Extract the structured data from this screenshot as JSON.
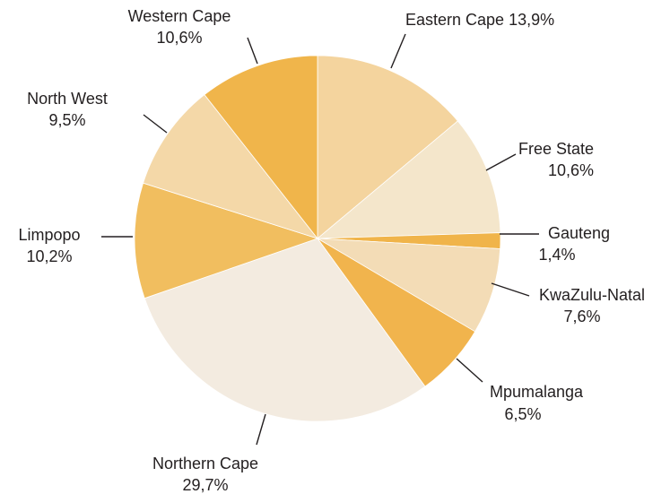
{
  "chart_data": {
    "type": "pie",
    "title": "",
    "labels": [
      "Eastern Cape",
      "Free State",
      "Gauteng",
      "KwaZulu-Natal",
      "Mpumalanga",
      "Northern Cape",
      "Limpopo",
      "North West",
      "Western Cape"
    ],
    "values": [
      13.9,
      10.6,
      1.4,
      7.6,
      6.5,
      29.7,
      10.2,
      9.5,
      10.6
    ],
    "value_labels": [
      "13,9%",
      "10,6%",
      "1,4%",
      "7,6%",
      "6,5%",
      "29,7%",
      "10,2%",
      "9,5%",
      "10,6%"
    ],
    "colors": [
      "#f4d49e",
      "#f4e6cb",
      "#f0b44a",
      "#f3dcb6",
      "#f1b44d",
      "#f3ebe0",
      "#f1be5f",
      "#f4d8a8",
      "#f0b54b"
    ],
    "direction": "clockwise",
    "start": "top",
    "legend": "none"
  }
}
